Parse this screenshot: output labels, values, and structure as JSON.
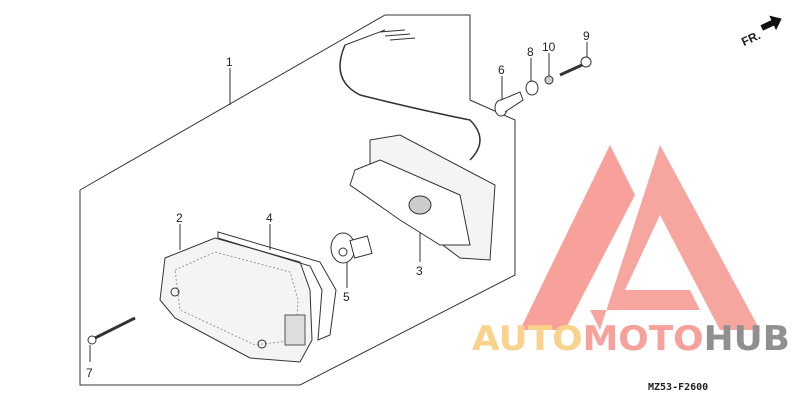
{
  "diagram": {
    "callouts": [
      {
        "id": "1",
        "label": "1"
      },
      {
        "id": "2",
        "label": "2"
      },
      {
        "id": "3",
        "label": "3"
      },
      {
        "id": "4",
        "label": "4"
      },
      {
        "id": "5",
        "label": "5"
      },
      {
        "id": "6",
        "label": "6"
      },
      {
        "id": "7",
        "label": "7"
      },
      {
        "id": "8",
        "label": "8"
      },
      {
        "id": "9",
        "label": "9"
      },
      {
        "id": "10",
        "label": "10"
      }
    ],
    "front_indicator": "FR.",
    "diagram_code": "MZ53-F2600"
  },
  "watermark": {
    "part1": "AUTO",
    "part2": "MOTO",
    "part3": "HUB",
    "colors": {
      "auto": "#f9d38b",
      "moto": "#f7a19a",
      "hub": "#909090",
      "logo": "#f7a19a"
    }
  }
}
